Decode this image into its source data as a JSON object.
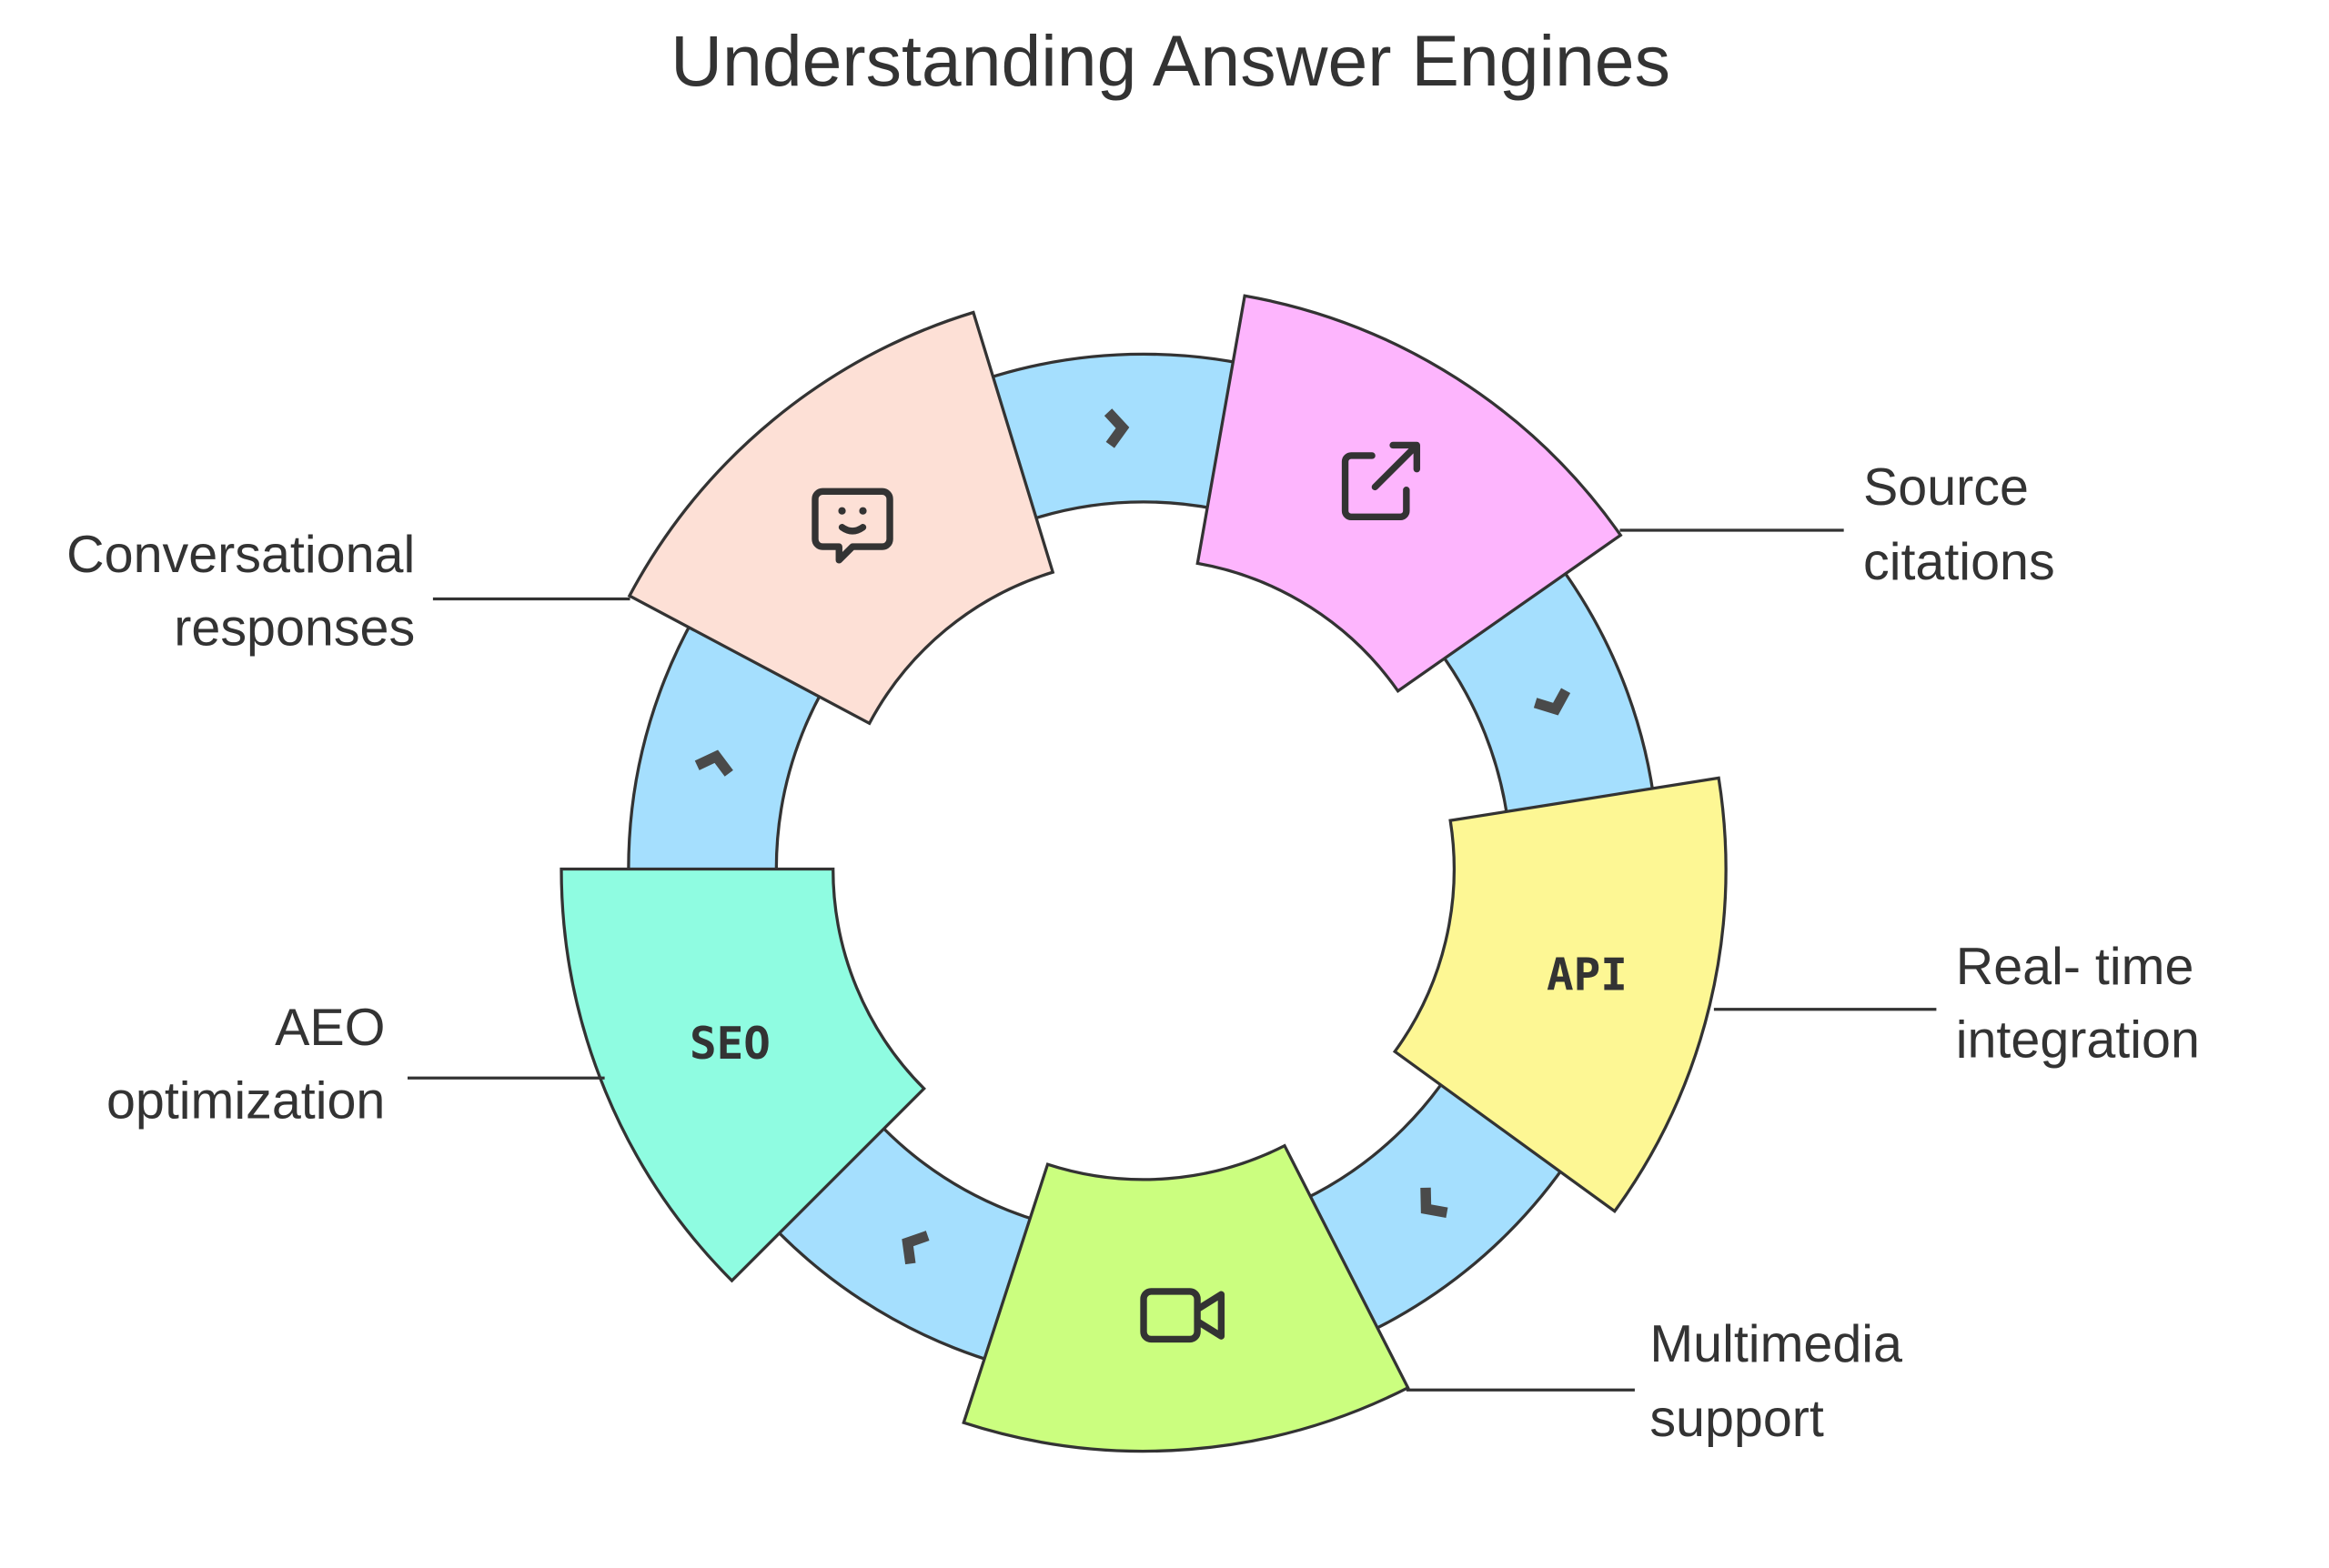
{
  "title": "Understanding Answer Engines",
  "colors": {
    "ring": "#a5dffe",
    "stroke": "#333333",
    "source_citations": "#fdb5fd",
    "realtime_integration": "#fdf794",
    "multimedia_support": "#cbfe7f",
    "aeo_optimization": "#8ffce1",
    "conversational_responses": "#fde0d6"
  },
  "items": [
    {
      "id": "source_citations",
      "label_lines": [
        "Source",
        "citations"
      ],
      "icon": "external-link-icon"
    },
    {
      "id": "realtime_integration",
      "label_lines": [
        "Real- time",
        "integration"
      ],
      "icon": "api-icon",
      "badge": "API"
    },
    {
      "id": "multimedia_support",
      "label_lines": [
        "Multimedia",
        "support"
      ],
      "icon": "video-camera-icon"
    },
    {
      "id": "aeo_optimization",
      "label_lines": [
        "AEO",
        "optimization"
      ],
      "icon": "seo-icon",
      "badge": "SEO"
    },
    {
      "id": "conversational_responses",
      "label_lines": [
        "Conversational",
        "responses"
      ],
      "icon": "chat-bubble-smile-icon"
    }
  ]
}
